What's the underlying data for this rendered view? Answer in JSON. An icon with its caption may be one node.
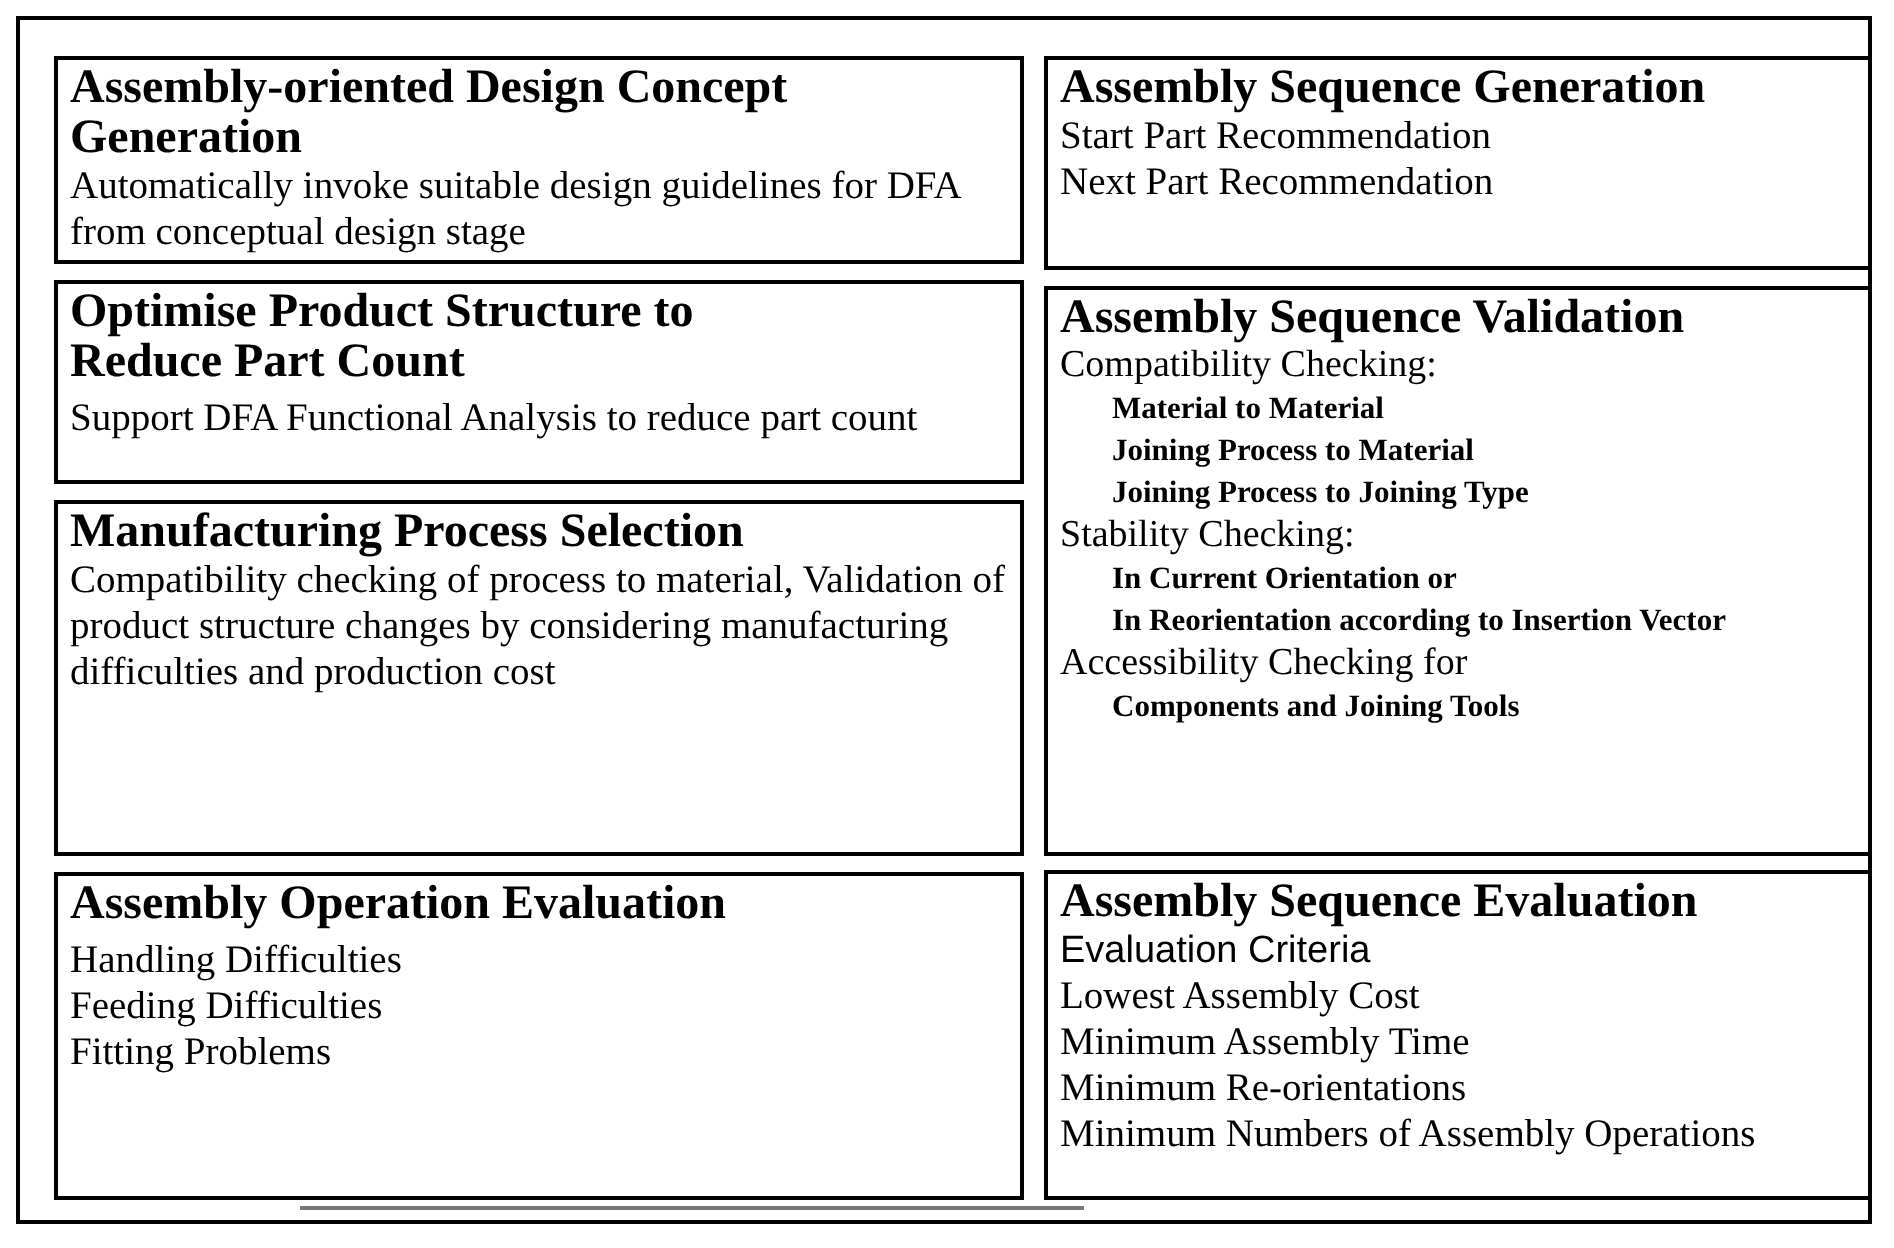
{
  "diagram": {
    "nodes": [
      {
        "text": [
          "Assembly-oriented Design Concept Generation",
          "Automatically invoke suitable design guidelines for DFA from conceptual design stage"
        ]
      },
      {
        "text": [
          "Optimise Product Structure to Reduce Part Count",
          "Support DFA Functional Analysis to reduce part count"
        ]
      },
      {
        "text": [
          "Manufacturing Process Selection",
          "Compatibility checking of process to material, Validation of product structure changes by considering manufacturing difficulties and production cost"
        ]
      },
      {
        "text": [
          "Assembly Operation Evaluation",
          "Handling Difficulties",
          "Feeding Difficulties",
          "Fitting Problems"
        ]
      },
      {
        "text": [
          "Assembly Sequence Generation",
          "Start Part Recommendation",
          "Next Part Recommendation"
        ]
      },
      {
        "text": [
          "Assembly Sequence Validation",
          "Compatibility Checking:",
          "Material to Material",
          "Joining Process to Material",
          "Joining Process to Joining Type",
          "Stability Checking:",
          "In Current Orientation or",
          "In Reorientation according to Insertion Vector",
          "Accessibility Checking for",
          "Components and Joining Tools"
        ]
      },
      {
        "text": [
          "Assembly Sequence Evaluation",
          "Evaluation Criteria",
          "Lowest Assembly Cost",
          "Minimum Assembly Time",
          "Minimum Re-orientations",
          "Minimum Numbers of Assembly Operations"
        ]
      }
    ]
  }
}
